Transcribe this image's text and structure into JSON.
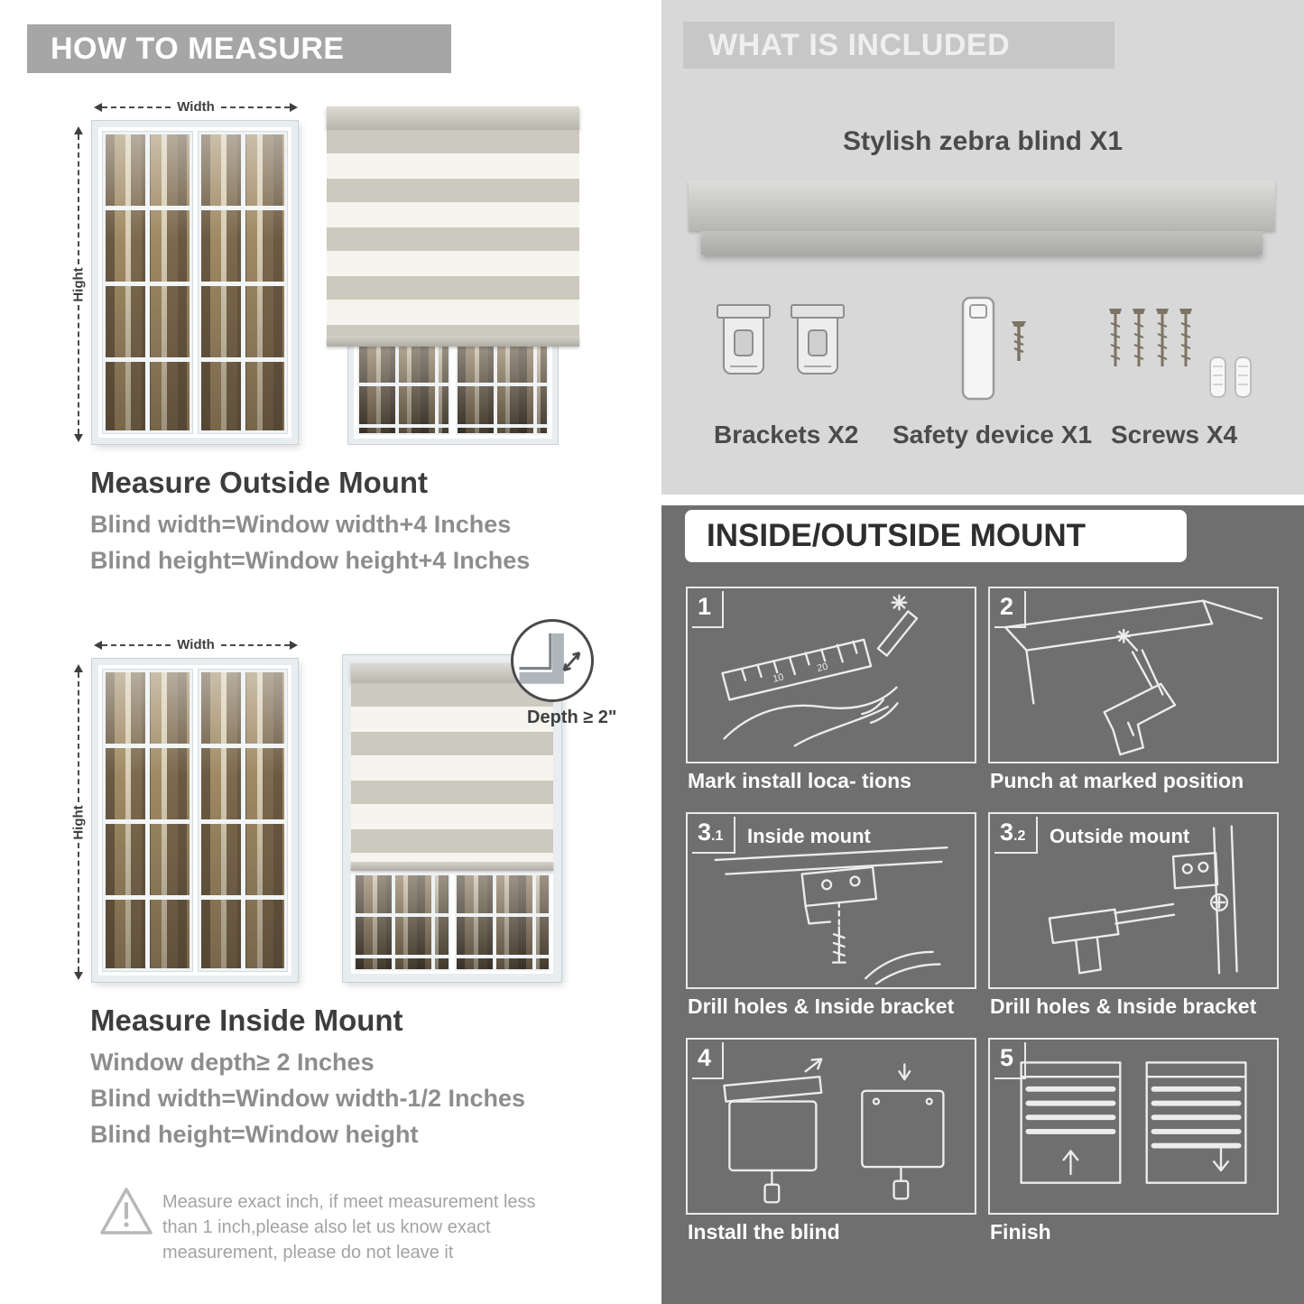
{
  "colors": {
    "banner_gray": "#a6a6a6",
    "light_section_bg": "#d8d8d8",
    "dark_section_bg": "#6f6f6f",
    "heading_dark": "#3d3d3d",
    "body_gray": "#8d8d8d"
  },
  "how_to_measure": {
    "banner": "HOW TO MEASURE",
    "outside": {
      "width_label": "Width",
      "height_label": "Hight",
      "heading": "Measure Outside Mount",
      "lines": [
        "Blind width=Window width+4 Inches",
        "Blind height=Window height+4 Inches"
      ]
    },
    "inside": {
      "width_label": "Width",
      "height_label": "Hight",
      "depth_note": "Depth ≥ 2\"",
      "heading": "Measure Inside Mount",
      "lines": [
        "Window depth≥ 2 Inches",
        "Blind width=Window width-1/2 Inches",
        "Blind height=Window height"
      ]
    },
    "warning_text": "Measure exact inch, if meet measurement less than 1 inch,please also let us know exact measurement, please do not leave it"
  },
  "what_is_included": {
    "banner": "WHAT IS INCLUDED",
    "product_title": "Stylish zebra blind X1",
    "items": [
      "Brackets X2",
      "Safety device X1",
      "Screws X4"
    ]
  },
  "mount_guide": {
    "banner": "INSIDE/OUTSIDE MOUNT",
    "steps": [
      {
        "num": "1",
        "sub": "",
        "title": "",
        "caption": "Mark install loca- tions"
      },
      {
        "num": "2",
        "sub": "",
        "title": "",
        "caption": "Punch at  marked position"
      },
      {
        "num": "3",
        "sub": ".1",
        "title": "Inside mount",
        "caption": "Drill holes &  Inside bracket"
      },
      {
        "num": "3",
        "sub": ".2",
        "title": "Outside mount",
        "caption": "Drill holes &  Inside bracket"
      },
      {
        "num": "4",
        "sub": "",
        "title": "",
        "caption": "Install the blind"
      },
      {
        "num": "5",
        "sub": "",
        "title": "",
        "caption": "Finish"
      }
    ]
  }
}
